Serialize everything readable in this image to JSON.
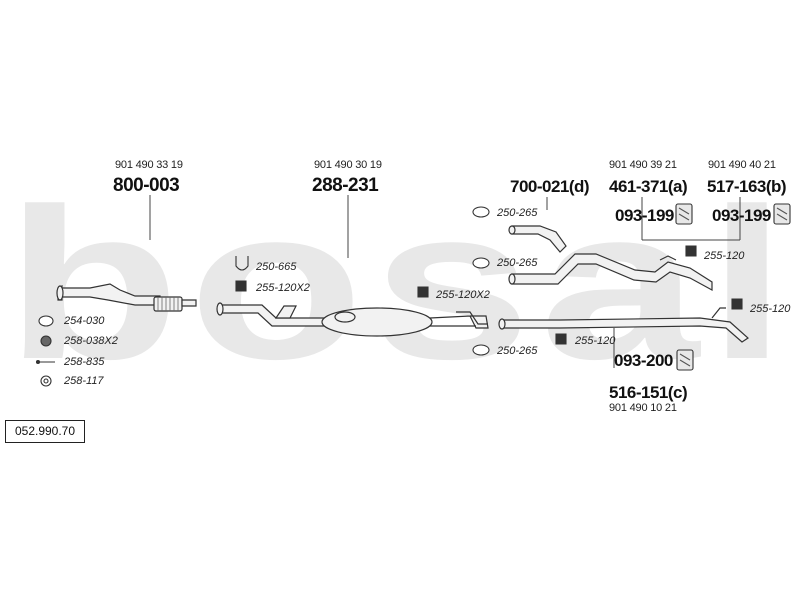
{
  "watermark": "bosal",
  "diagram_id": "052.990.70",
  "parts": [
    {
      "oe": "901 490 33 19",
      "part": "800-003"
    },
    {
      "oe": "901 490 30 19",
      "part": "288-231"
    },
    {
      "part": "700-021(d)"
    },
    {
      "oe": "901 490 39 21",
      "part": "461-371(a)"
    },
    {
      "oe": "901 490 40 21",
      "part": "517-163(b)"
    },
    {
      "oe": "901 490 10 21",
      "part": "516-151(c)"
    }
  ],
  "kits": [
    "093-199",
    "093-199",
    "093-200"
  ],
  "accessories": {
    "a254_030": "254-030",
    "a258_038": "258-038X2",
    "a258_835": "258-835",
    "a258_117": "258-117",
    "a250_665": "250-665",
    "a255_120x2_left": "255-120X2",
    "a255_120x2_mid": "255-120X2",
    "a250_265_top": "250-265",
    "a250_265_mid": "250-265",
    "a250_265_bottom": "250-265",
    "a255_120_right1": "255-120",
    "a255_120_right2": "255-120",
    "a255_120_center": "255-120"
  },
  "colors": {
    "watermark": "#e6e6e6",
    "pipe_fill": "#f2f2f2",
    "pipe_stroke": "#333333"
  }
}
